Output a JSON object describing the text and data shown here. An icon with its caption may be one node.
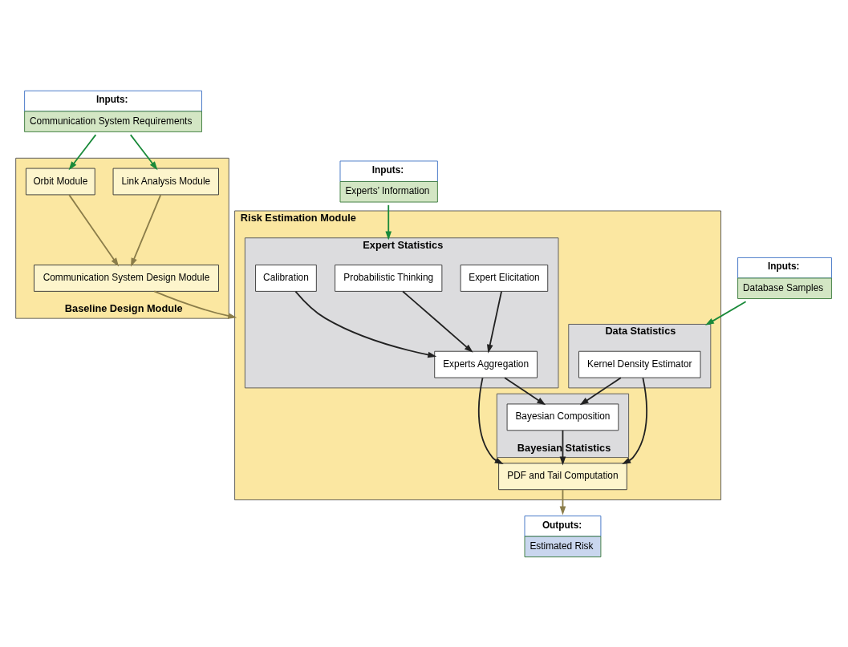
{
  "diagram": {
    "nodes": [
      {
        "text": [
          "Inputs:",
          "Communication System Requirements"
        ]
      },
      {
        "text": [
          "Baseline Design Module"
        ]
      },
      {
        "text": [
          "Link Analysis Module"
        ],
        "in": 1
      },
      {
        "text": [
          "Orbit Module"
        ],
        "in": 1
      },
      {
        "text": [
          "Communication System Design Module"
        ],
        "in": 1
      },
      {
        "text": [
          "Inputs:",
          "Database Samples"
        ]
      },
      {
        "text": [
          "Inputs:",
          "Experts’ Information"
        ]
      },
      {
        "text": [
          "Risk Estimation Module"
        ]
      },
      {
        "text": [
          "Data Statistics"
        ],
        "in": 7
      },
      {
        "text": [
          "Kernel Density Estimator"
        ],
        "in": 8
      },
      {
        "text": [
          "Bayesian Statistics"
        ],
        "in": 7
      },
      {
        "text": [
          "Bayesian Composition"
        ],
        "in": 10
      },
      {
        "text": [
          "Expert Statistics"
        ],
        "in": 7
      },
      {
        "text": [
          "Probabilistic Thinking"
        ],
        "in": 12
      },
      {
        "text": [
          "Calibration"
        ],
        "in": 12
      },
      {
        "text": [
          "Expert Elicitation"
        ],
        "in": 12
      },
      {
        "text": [
          "Experts Aggregation"
        ],
        "in": 12
      },
      {
        "text": [
          "PDF and Tail Computation"
        ],
        "in": 7
      },
      {
        "text": [
          "Outputs:",
          "Estimated Risk"
        ]
      }
    ],
    "edges": [
      {
        "from": 0,
        "to": 2,
        "arrow": "to",
        "color": "#1a8a3a"
      },
      {
        "from": 0,
        "to": 3,
        "arrow": "to",
        "color": "#1a8a3a"
      },
      {
        "from": 2,
        "to": 4,
        "arrow": "to",
        "color": "#8b7d4a"
      },
      {
        "from": 3,
        "to": 4,
        "arrow": "to",
        "color": "#8b7d4a"
      },
      {
        "from": 4,
        "to": 7,
        "arrow": "to",
        "color": "#8b7d4a"
      },
      {
        "from": 5,
        "to": 8,
        "arrow": "to",
        "color": "#1a8a3a"
      },
      {
        "from": 6,
        "to": 12,
        "arrow": "to",
        "color": "#1a8a3a"
      },
      {
        "from": 9,
        "to": 11,
        "arrow": "to"
      },
      {
        "from": 9,
        "to": 17,
        "arrow": "to"
      },
      {
        "from": 11,
        "to": 17,
        "arrow": "to"
      },
      {
        "from": 16,
        "to": 11,
        "arrow": "to"
      },
      {
        "from": 16,
        "to": 17,
        "arrow": "to"
      },
      {
        "from": 13,
        "to": 16,
        "arrow": "to"
      },
      {
        "from": 14,
        "to": 16,
        "arrow": "to"
      },
      {
        "from": 15,
        "to": 16,
        "arrow": "to"
      },
      {
        "from": 17,
        "to": 18,
        "arrow": "to",
        "color": "#8b7d4a"
      }
    ]
  }
}
